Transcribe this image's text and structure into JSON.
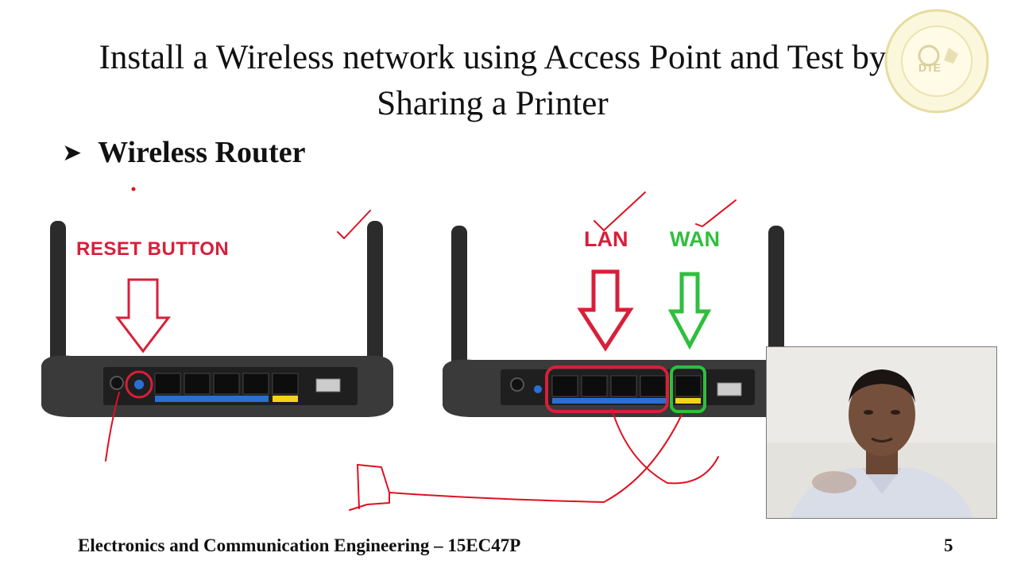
{
  "slide": {
    "title_line1": "Install a Wireless network using Access Point and Test by",
    "title_line2": "Sharing a Printer",
    "bullet": "Wireless Router",
    "footer": "Electronics and Communication Engineering – 15EC47P",
    "page_number": "5"
  },
  "figure": {
    "reset_label": "RESET BUTTON",
    "lan_label": "LAN",
    "wan_label": "WAN"
  },
  "logo": {
    "text": "DTE"
  },
  "colors": {
    "reset_red": "#d81f3a",
    "wan_green": "#2fbf3e",
    "ink_red": "#e01020",
    "port_blue": "#2a6fd6",
    "port_yellow": "#f2d21b"
  },
  "icons": {
    "bullet": "arrowhead-bullet-icon"
  }
}
